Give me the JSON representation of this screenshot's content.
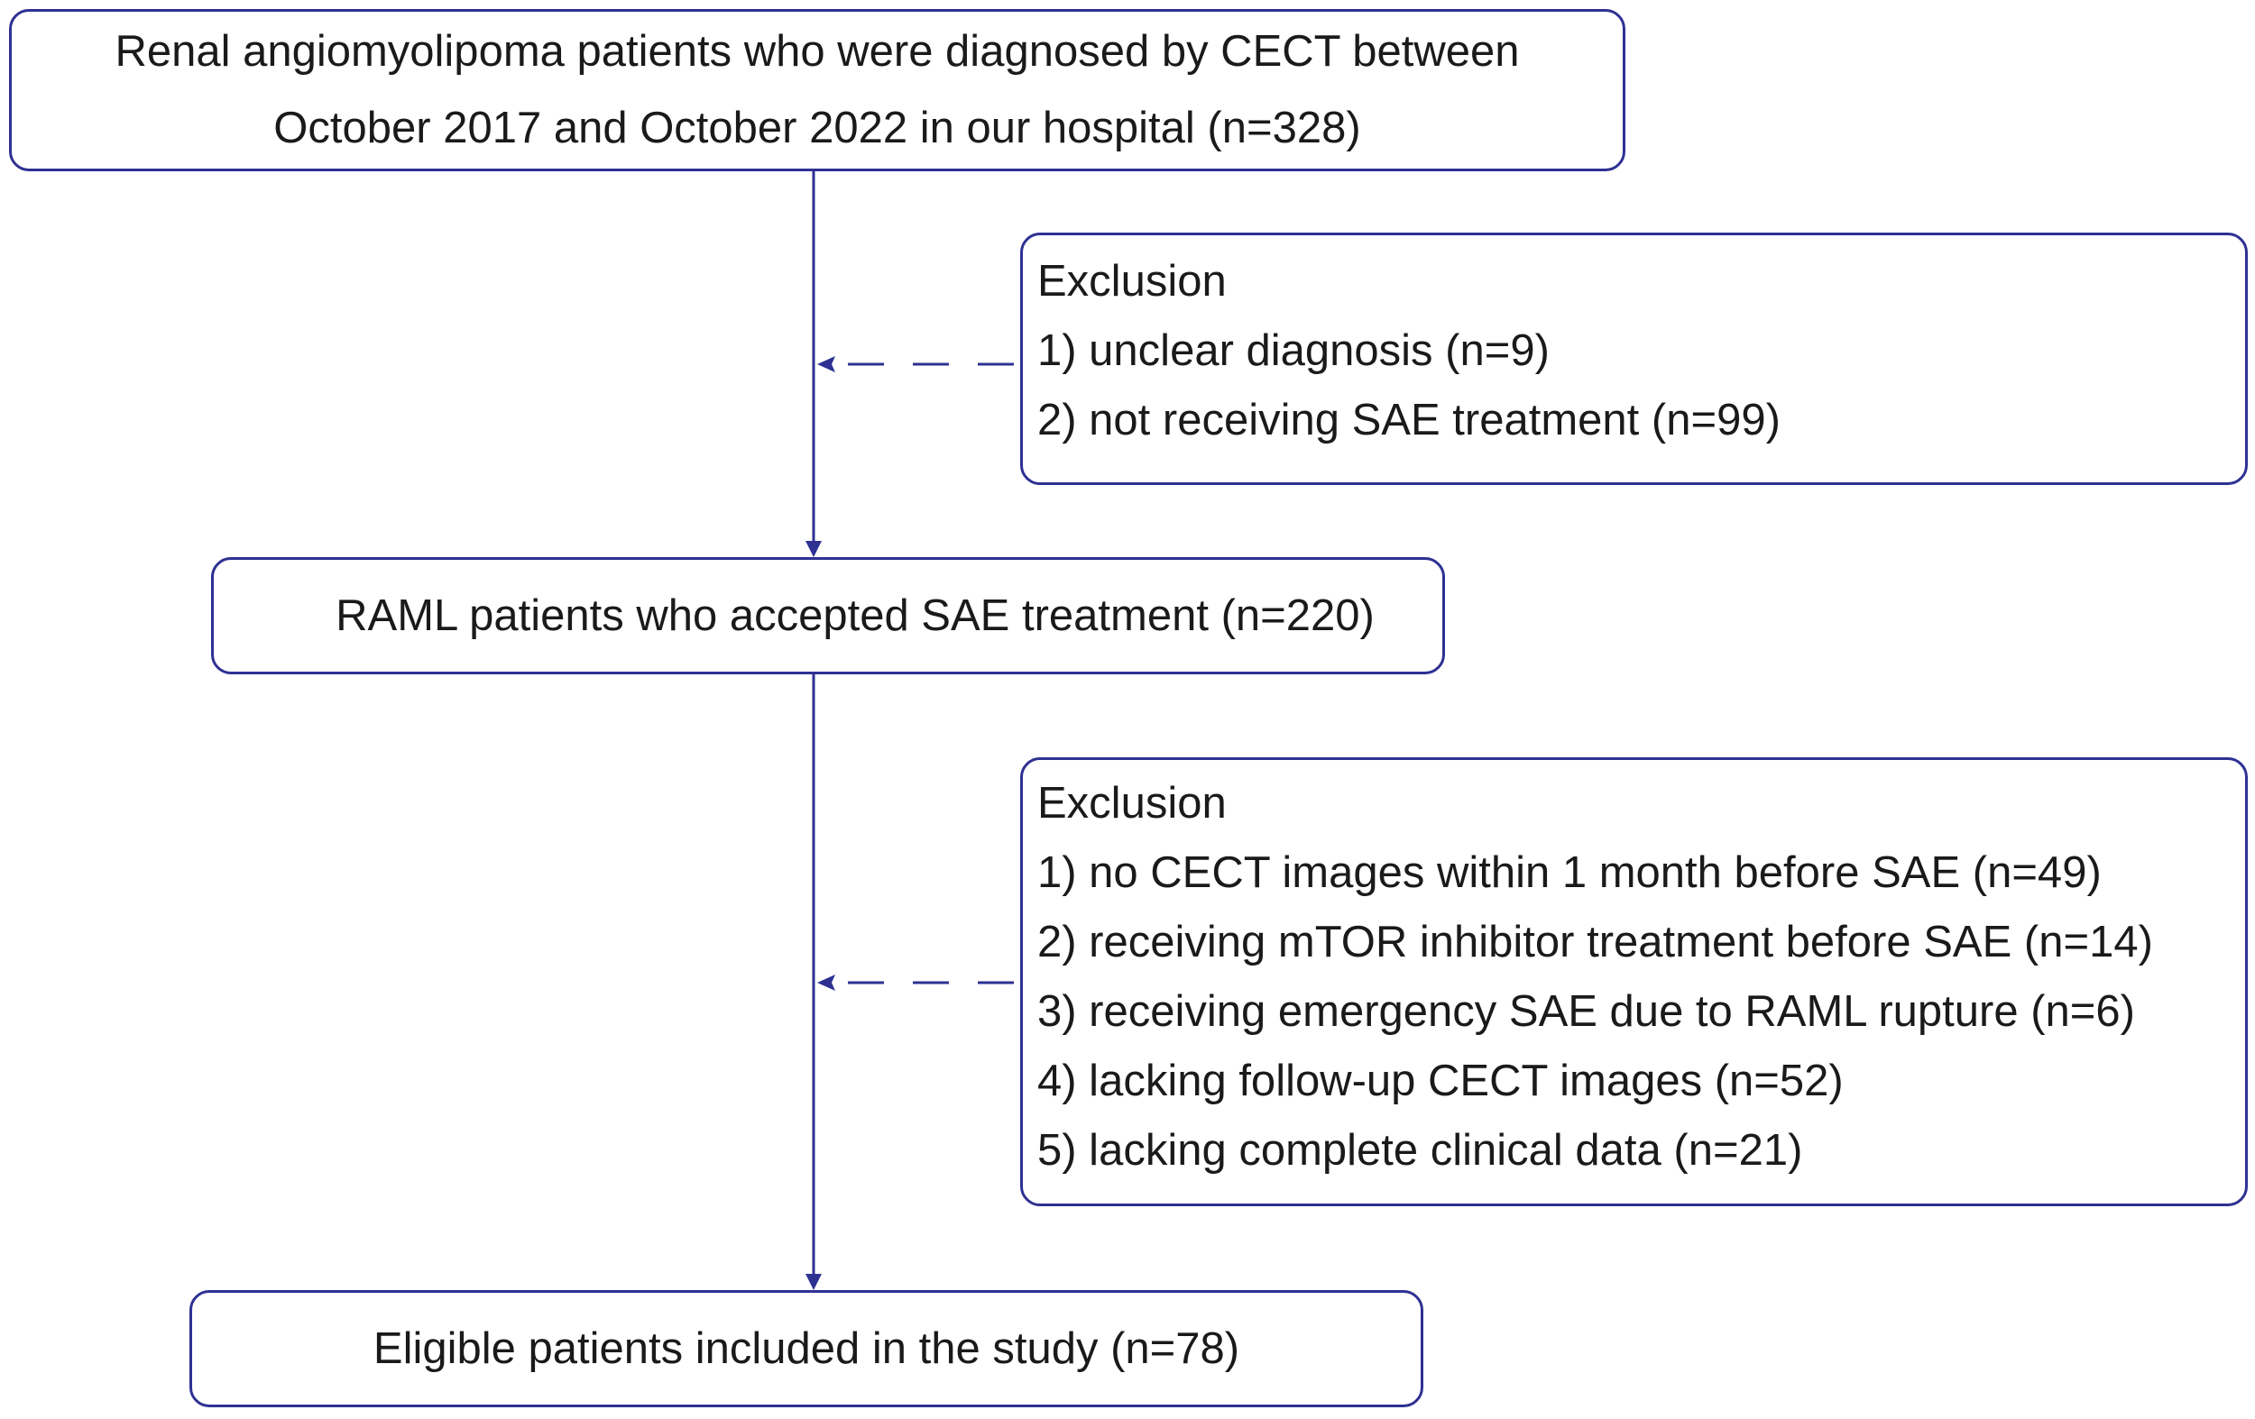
{
  "diagram": {
    "initial": {
      "line1": "Renal angiomyolipoma patients who were diagnosed by CECT between",
      "line2": "October 2017 and October 2022 in our hospital (n=328)"
    },
    "exclusion_1": {
      "title": "Exclusion",
      "items": [
        "1) unclear diagnosis (n=9)",
        "2) not receiving SAE treatment (n=99)"
      ]
    },
    "raml": {
      "text": "RAML patients who accepted SAE treatment (n=220)"
    },
    "exclusion_2": {
      "title": "Exclusion",
      "items": [
        "1) no CECT images within 1 month before SAE (n=49)",
        "2) receiving mTOR inhibitor treatment before SAE (n=14)",
        "3) receiving emergency SAE due to RAML rupture (n=6)",
        "4) lacking follow-up CECT images (n=52)",
        "5) lacking complete clinical data (n=21)"
      ]
    },
    "eligible": {
      "text": "Eligible patients included in the study (n=78)"
    }
  },
  "colors": {
    "line": "#2e3192",
    "text": "#1a1a1a",
    "background": "#ffffff"
  }
}
